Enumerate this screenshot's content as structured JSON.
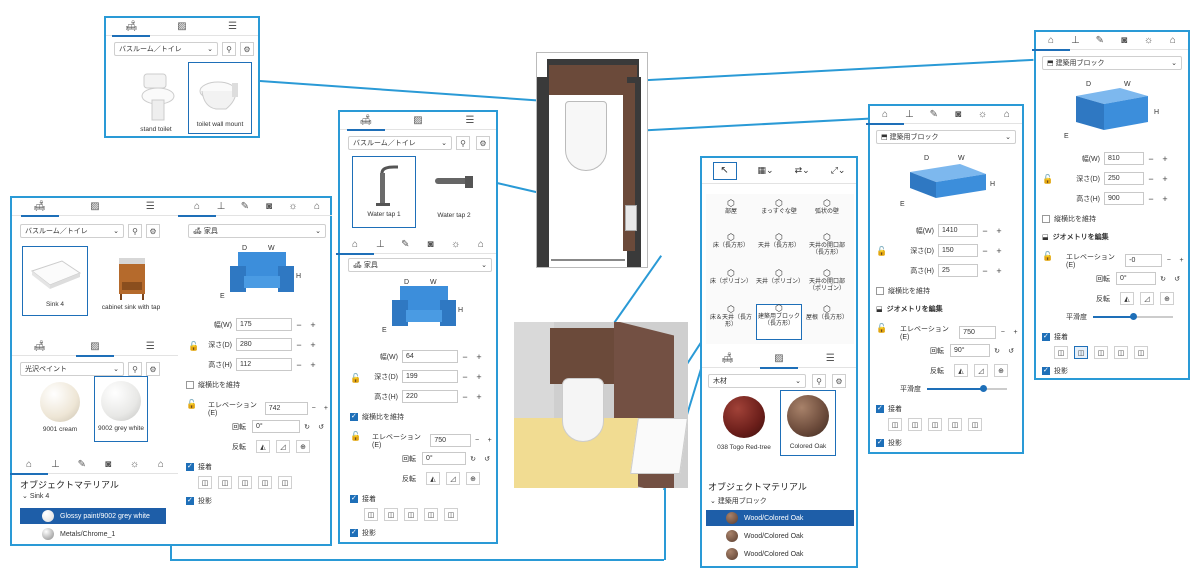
{
  "catalog_top": {
    "category": "バスルーム／トイレ",
    "items": [
      "stand toilet",
      "toilet wall mount"
    ]
  },
  "catalog_center": {
    "category": "バスルーム／トイレ",
    "items": [
      "Water tap 1",
      "Water tap 2"
    ],
    "type": "家具",
    "fields": [
      {
        "label": "幅(W)",
        "value": "64"
      },
      {
        "label": "深さ(D)",
        "value": "199"
      },
      {
        "label": "高さ(H)",
        "value": "220"
      }
    ],
    "keep_ratio": "縦横比を維持",
    "elevation_label": "エレベーション(E)",
    "elevation": "750",
    "rotation_label": "回転",
    "rotation": "0°",
    "flip_label": "反転",
    "snap_label": "接着",
    "shadow_label": "投影"
  },
  "left_panel": {
    "category": "バスルーム／トイレ",
    "items": [
      "Sink 4",
      "cabinet sink with tap"
    ],
    "material_category": "光沢ペイント",
    "materials": [
      "9001 cream",
      "9002 grey white"
    ],
    "object_material_title": "オブジェクトマテリアル",
    "tree_parent": "Sink 4",
    "tree_items": [
      "Glossy paint/9002 grey white",
      "Metals/Chrome_1"
    ]
  },
  "left_props": {
    "type": "家具",
    "fields": [
      {
        "label": "幅(W)",
        "value": "175"
      },
      {
        "label": "深さ(D)",
        "value": "280"
      },
      {
        "label": "高さ(H)",
        "value": "112"
      }
    ],
    "keep_ratio": "縦横比を維持",
    "elevation_label": "エレベーション(E)",
    "elevation": "742",
    "rotation_label": "回転",
    "rotation": "0°",
    "flip_label": "反転",
    "snap_label": "接着",
    "shadow_label": "投影"
  },
  "dim_labels": {
    "d": "D",
    "w": "W",
    "h": "H",
    "e": "E"
  },
  "tools_panel": {
    "grid": [
      "部屋",
      "まっすぐな壁",
      "弧状の壁",
      "床（長方形）",
      "天井（長方形）",
      "天井の開口部（長方形）",
      "床（ポリゴン）",
      "天井（ポリゴン）",
      "天井の開口部（ポリゴン）",
      "床＆天井（長方形）",
      "建築用ブロック（長方形）",
      "屋根（長方形）"
    ],
    "material_category": "木材",
    "materials": [
      "038 Togo Red-tree",
      "Colored Oak"
    ],
    "object_material_title": "オブジェクトマテリアル",
    "tree_parent": "建築用ブロック",
    "tree_items": [
      "Wood/Colored Oak",
      "Wood/Colored Oak",
      "Wood/Colored Oak"
    ]
  },
  "block_panel_mid": {
    "type": "建築用ブロック",
    "fields": [
      {
        "label": "幅(W)",
        "value": "1410"
      },
      {
        "label": "深さ(D)",
        "value": "150"
      },
      {
        "label": "高さ(H)",
        "value": "25"
      }
    ],
    "keep_ratio": "縦横比を維持",
    "edit_geometry": "ジオメトリを編集",
    "elevation_label": "エレベーション(E)",
    "elevation": "750",
    "rotation_label": "回転",
    "rotation": "90°",
    "flip_label": "反転",
    "smooth_label": "平滑度",
    "smoothness": 0.7,
    "snap_label": "接着",
    "shadow_label": "投影"
  },
  "block_panel_right": {
    "type": "建築用ブロック",
    "fields": [
      {
        "label": "幅(W)",
        "value": "810"
      },
      {
        "label": "深さ(D)",
        "value": "250"
      },
      {
        "label": "高さ(H)",
        "value": "900"
      }
    ],
    "keep_ratio": "縦横比を維持",
    "edit_geometry": "ジオメトリを編集",
    "elevation_label": "エレベーション(E)",
    "elevation": "-0",
    "rotation_label": "回転",
    "rotation": "0°",
    "flip_label": "反転",
    "smooth_label": "平滑度",
    "smoothness": 0.5,
    "snap_label": "接着",
    "shadow_label": "投影"
  },
  "colors": {
    "accent": "#2a9ad6",
    "selection": "#1e5ea8",
    "block": "#3c8edb",
    "wood": "#6b4a3a",
    "floor": "#f1dc92"
  }
}
